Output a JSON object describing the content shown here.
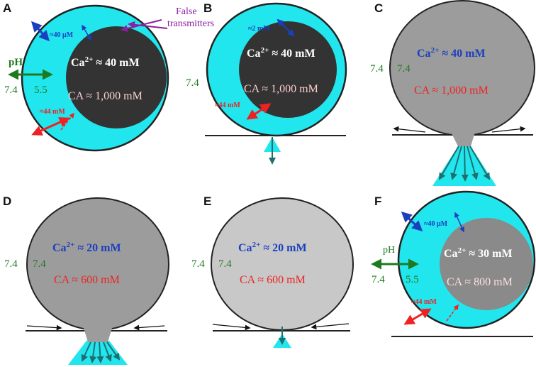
{
  "colors": {
    "cyan": "#22e6ee",
    "dark_core": "#333333",
    "gray_vesicle": "#9c9c9c",
    "light_vesicle": "#c8c8c8",
    "mid_core": "#8a8a8a",
    "blue": "#1a3fbf",
    "red": "#ee2222",
    "green": "#1e7a1e",
    "purple": "#8a1fa0",
    "teal": "#1f7a7a",
    "membrane": "#222222"
  },
  "panels": {
    "A": {
      "label": "A",
      "ca2_prefix": "Ca",
      "ca2_sup": "2+",
      "ca2_value": " ≈ 40 mM",
      "ca_text": "CA ≈ 1,000 mM",
      "ph_title": "pH",
      "ph_outside": "7.4",
      "ph_inside": "5.5",
      "ca_gradient": "≈40 μM",
      "ca_transport": "≈44 mM",
      "false_transmitters": [
        "False",
        "transmitters"
      ]
    },
    "B": {
      "label": "B",
      "ca2_prefix": "Ca",
      "ca2_sup": "2+",
      "ca2_value": " ≈ 40 mM",
      "ca_text": "CA ≈ 1,000 mM",
      "ph_outside": "7.4",
      "ca_gradient": "≈2 mM",
      "ca_transport": "≈44 mM"
    },
    "C": {
      "label": "C",
      "ca2_prefix": "Ca",
      "ca2_sup": "2+",
      "ca2_value": " ≈ 40 mM",
      "ca_text": "CA ≈ 1,000 mM",
      "ph_outside": "7.4",
      "ph_inside": "7.4"
    },
    "D": {
      "label": "D",
      "ca2_prefix": "Ca",
      "ca2_sup": "2+",
      "ca2_value": " ≈ 20 mM",
      "ca_text": "CA ≈ 600 mM",
      "ph_outside": "7.4",
      "ph_inside": "7.4"
    },
    "E": {
      "label": "E",
      "ca2_prefix": "Ca",
      "ca2_sup": "2+",
      "ca2_value": " ≈ 20 mM",
      "ca_text": "CA ≈ 600 mM",
      "ph_outside": "7.4",
      "ph_inside": "7.4"
    },
    "F": {
      "label": "F",
      "ca2_prefix": "Ca",
      "ca2_sup": "2+",
      "ca2_value": " ≈ 30 mM",
      "ca_text": "CA ≈ 800 mM",
      "ph_title": "pH",
      "ph_outside": "7.4",
      "ph_inside": "5.5",
      "ca_gradient": "≈40 μM",
      "ca_transport": "≈44 mM"
    }
  }
}
